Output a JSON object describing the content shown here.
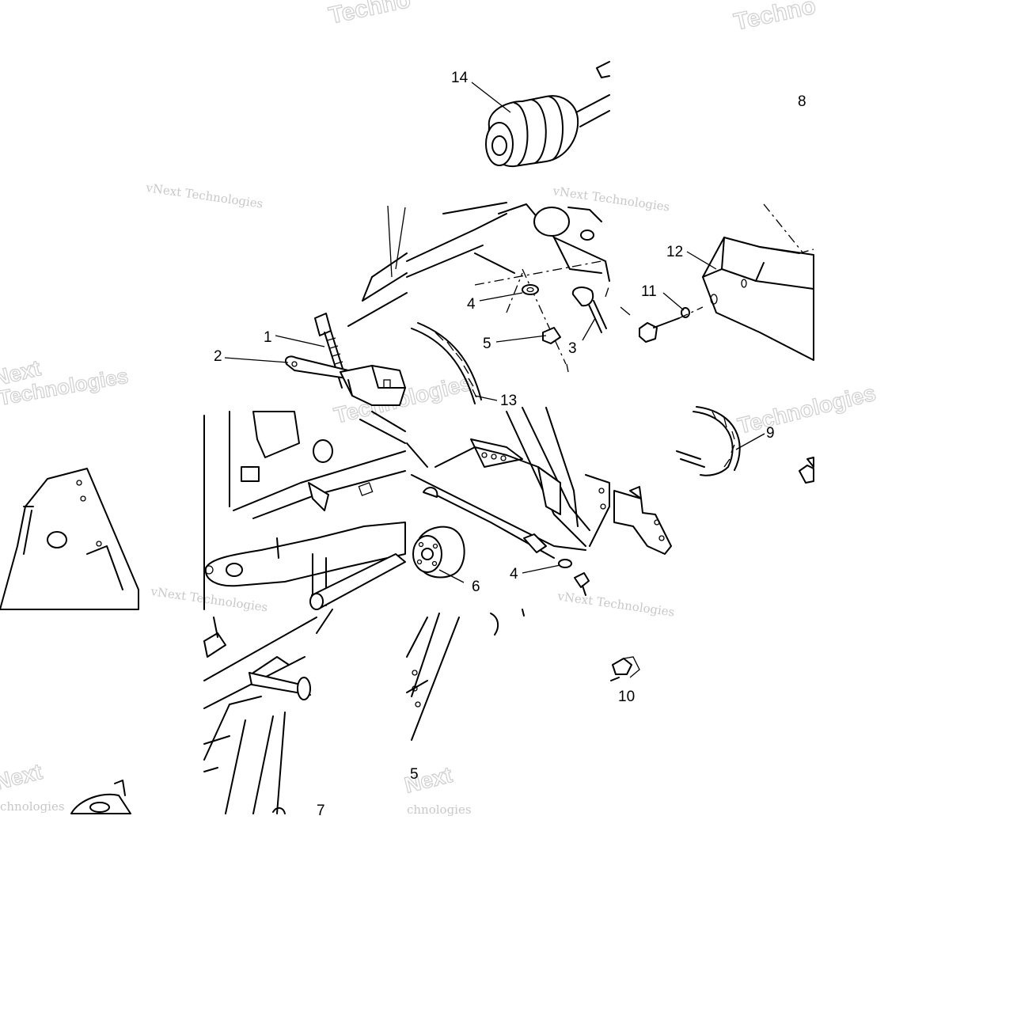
{
  "callouts": [
    {
      "id": "c1",
      "text": "1"
    },
    {
      "id": "c2",
      "text": "2"
    },
    {
      "id": "c3",
      "text": "3"
    },
    {
      "id": "c4a",
      "text": "4"
    },
    {
      "id": "c4b",
      "text": "4"
    },
    {
      "id": "c5a",
      "text": "5"
    },
    {
      "id": "c5b",
      "text": "5"
    },
    {
      "id": "c6",
      "text": "6"
    },
    {
      "id": "c7",
      "text": "7"
    },
    {
      "id": "c8",
      "text": "8"
    },
    {
      "id": "c9",
      "text": "9"
    },
    {
      "id": "c10",
      "text": "10"
    },
    {
      "id": "c11",
      "text": "11"
    },
    {
      "id": "c12",
      "text": "12"
    },
    {
      "id": "c13",
      "text": "13"
    },
    {
      "id": "c14",
      "text": "14"
    }
  ],
  "watermarks": {
    "small": "vNext Technologies",
    "big": "Technologies",
    "next": "Next",
    "techno": "Techno",
    "chnologies": "chnologies"
  },
  "colors": {
    "line": "#000000",
    "watermark": "#c8c8c8",
    "background": "#ffffff"
  }
}
